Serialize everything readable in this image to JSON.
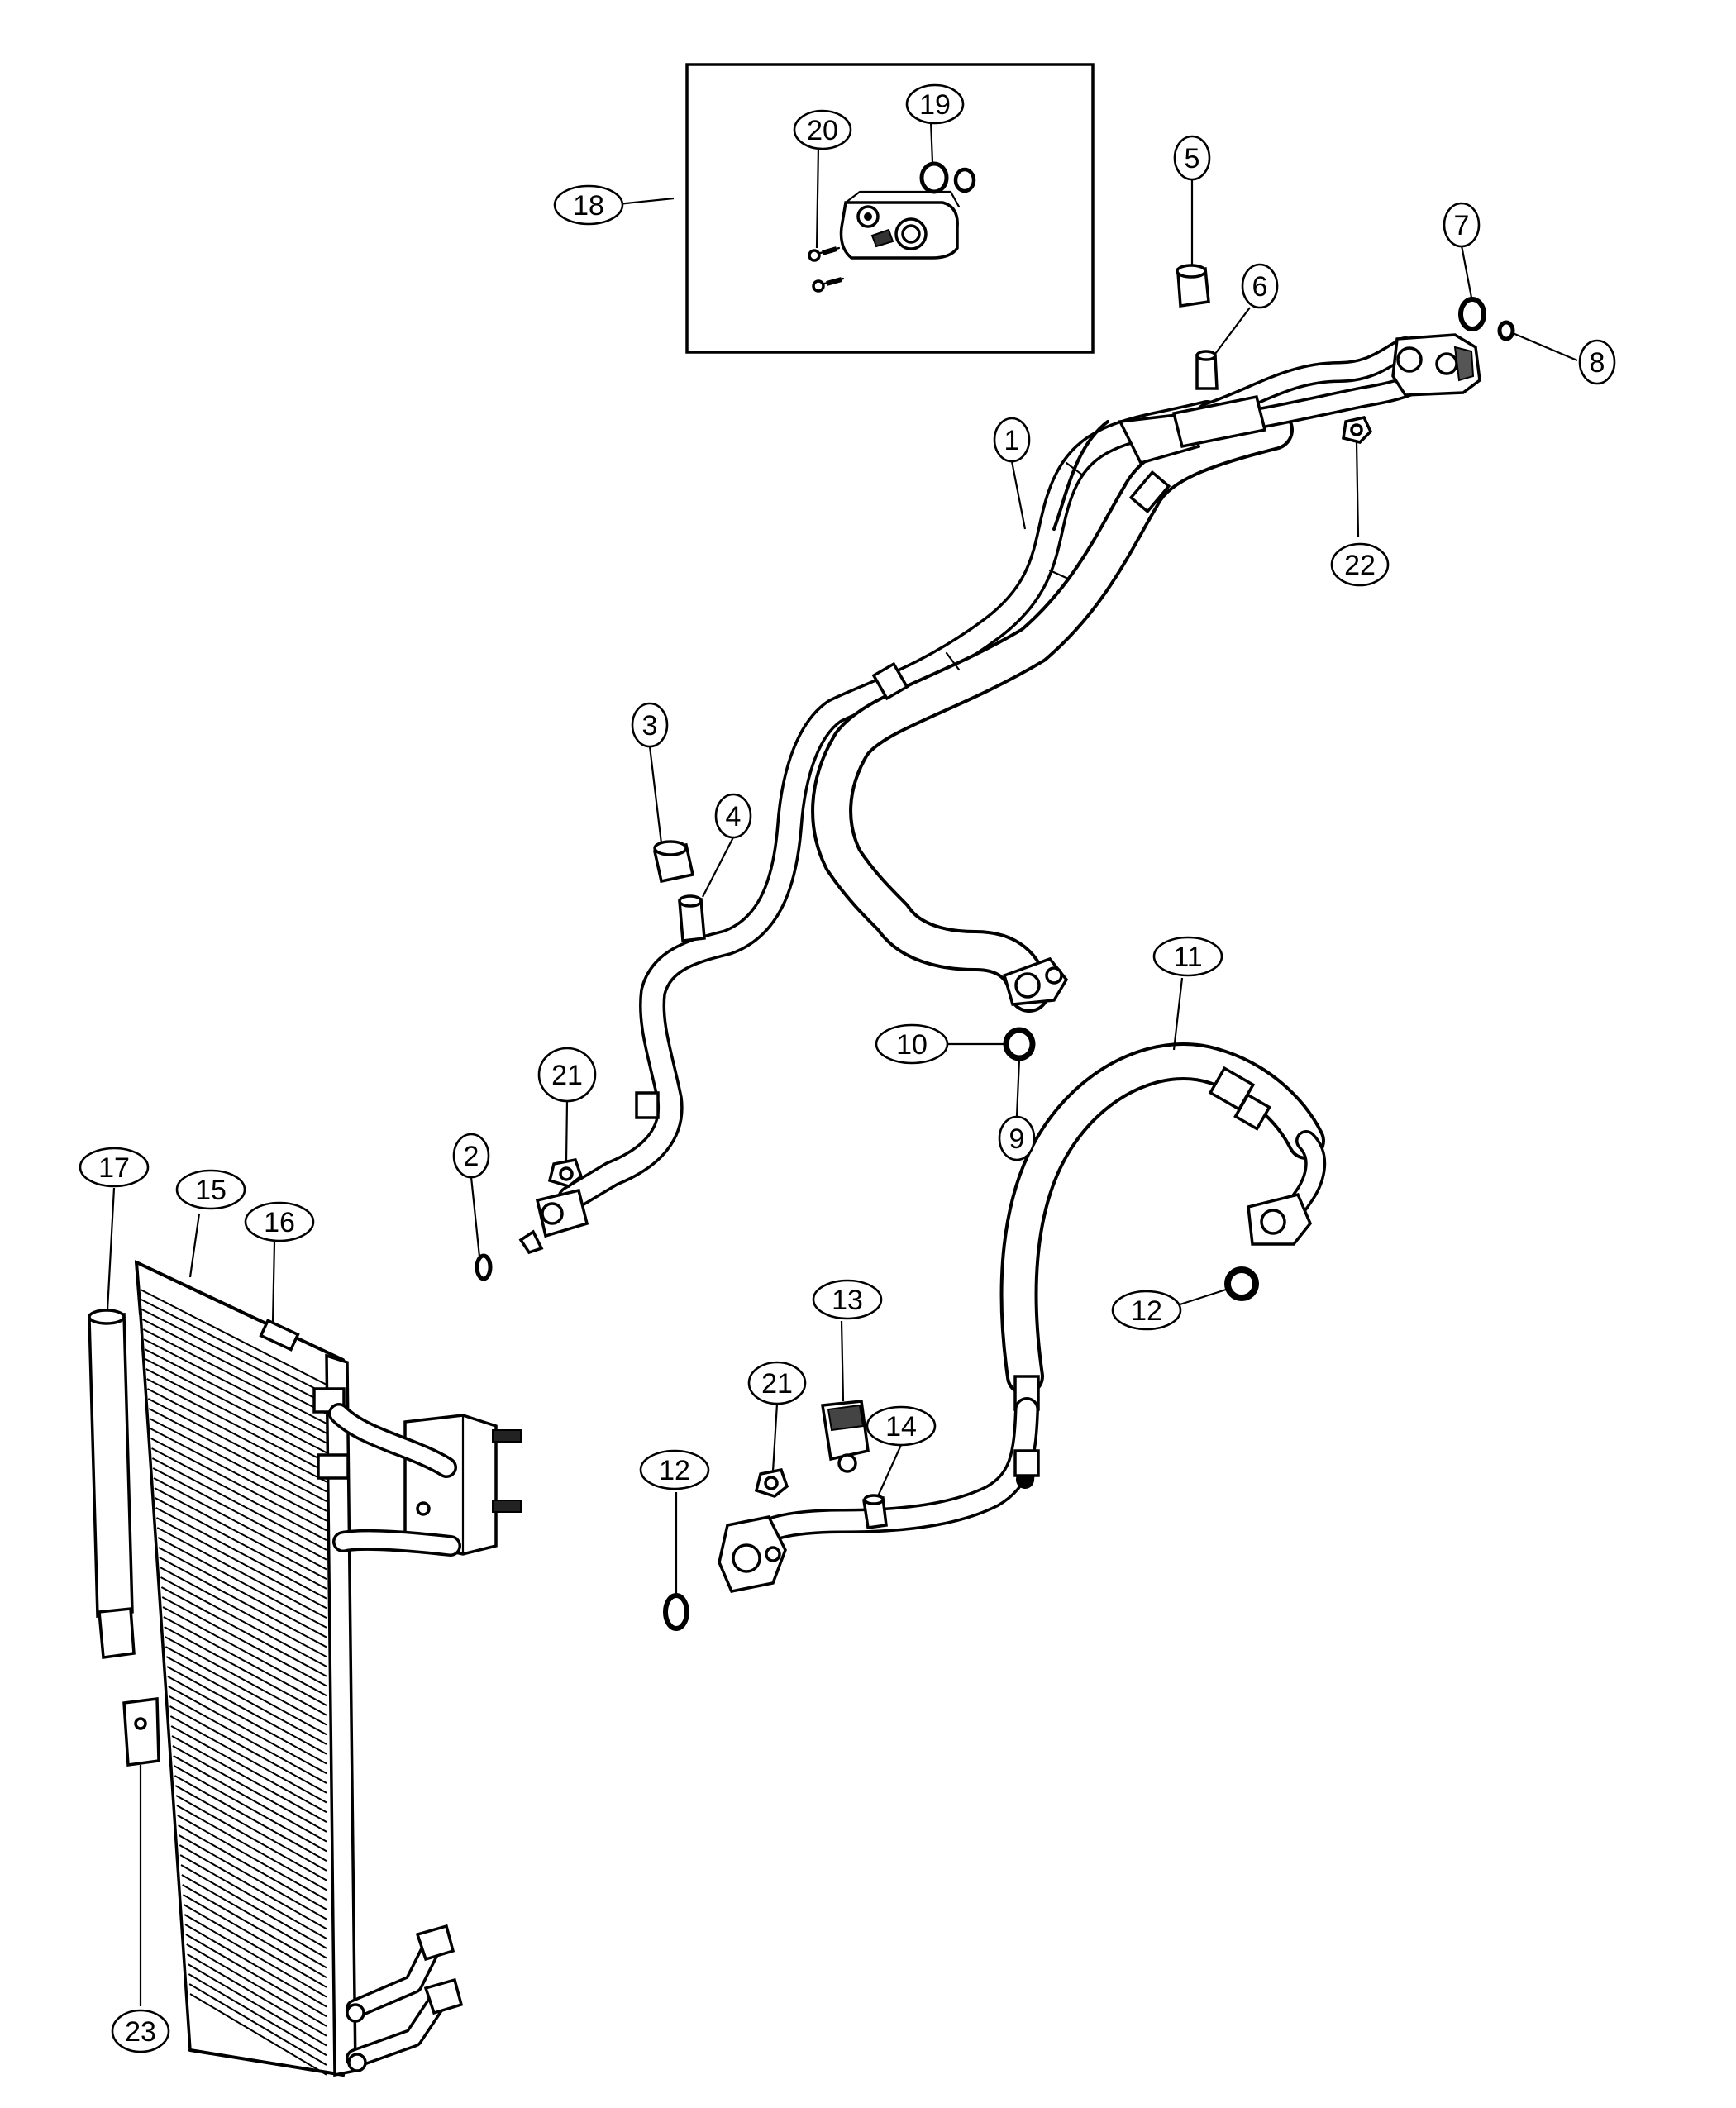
{
  "callouts": {
    "c1": "1",
    "c2": "2",
    "c3": "3",
    "c4": "4",
    "c5": "5",
    "c6": "6",
    "c7": "7",
    "c8": "8",
    "c9": "9",
    "c10": "10",
    "c11": "11",
    "c12a": "12",
    "c12b": "12",
    "c13": "13",
    "c14": "14",
    "c15": "15",
    "c16": "16",
    "c17": "17",
    "c18": "18",
    "c19": "19",
    "c20": "20",
    "c21a": "21",
    "c21b": "21",
    "c22": "22",
    "c23": "23"
  },
  "colors": {
    "line": "#000000",
    "background": "#ffffff"
  }
}
